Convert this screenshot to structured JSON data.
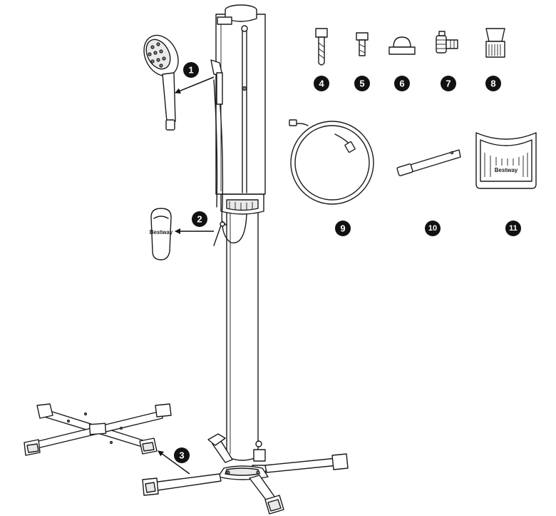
{
  "callouts": {
    "c1": "1",
    "c2": "2",
    "c3": "3",
    "c4": "4",
    "c5": "5",
    "c6": "6",
    "c7": "7",
    "c8": "8",
    "c9": "9",
    "c10": "10",
    "c11": "11"
  },
  "brand": {
    "valve_label": "Bestway",
    "mat_label": "Bestway"
  },
  "colors": {
    "badge": "#111111",
    "line": "#1a1a1a"
  }
}
